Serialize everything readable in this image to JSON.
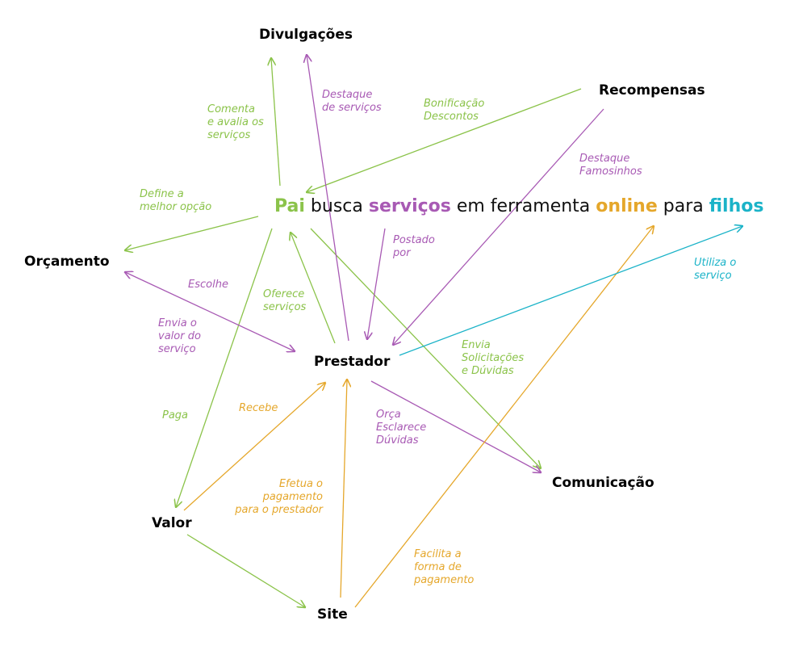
{
  "colors": {
    "green": "#8bc34a",
    "purple": "#a85ab4",
    "orange": "#e5a72b",
    "cyan": "#1bb3c8",
    "text": "#111111"
  },
  "title": [
    {
      "text": "Pai",
      "color": "green",
      "bold": true
    },
    {
      "text": " busca ",
      "color": "text",
      "bold": false
    },
    {
      "text": "serviços",
      "color": "purple",
      "bold": true
    },
    {
      "text": " em ferramenta ",
      "color": "text",
      "bold": false
    },
    {
      "text": "online",
      "color": "orange",
      "bold": true
    },
    {
      "text": " para ",
      "color": "text",
      "bold": false
    },
    {
      "text": "filhos",
      "color": "cyan",
      "bold": true
    }
  ],
  "nodes": {
    "divulgacoes": "Divulgações",
    "recompensas": "Recompensas",
    "orcamento": "Orçamento",
    "prestador": "Prestador",
    "comunicacao": "Comunicação",
    "valor": "Valor",
    "site": "Site"
  },
  "labels": {
    "comenta": [
      "Comenta",
      "e avalia os",
      "serviços"
    ],
    "destaque_servicos": [
      "Destaque",
      "de serviços"
    ],
    "bonificacao": [
      "Bonificação",
      "Descontos"
    ],
    "destaque_famosinhos": [
      "Destaque",
      "Famosinhos"
    ],
    "define": [
      "Define a",
      "melhor opção"
    ],
    "postado": [
      "Postado",
      "por"
    ],
    "utiliza": [
      "Utiliza o",
      "serviço"
    ],
    "escolhe": [
      "Escolhe"
    ],
    "oferece": [
      "Oferece",
      "serviços"
    ],
    "envia_valor": [
      "Envia o",
      "valor do",
      "serviço"
    ],
    "envia_solicitacoes": [
      "Envia",
      "Solicitações",
      "e Dúvidas"
    ],
    "paga": [
      "Paga"
    ],
    "recebe": [
      "Recebe"
    ],
    "orca": [
      "Orça",
      "Esclarece",
      "Dúvidas"
    ],
    "efetua": [
      "Efetua o",
      "pagamento",
      "para o prestador"
    ],
    "facilita": [
      "Facilita a",
      "forma de",
      "pagamento"
    ]
  }
}
